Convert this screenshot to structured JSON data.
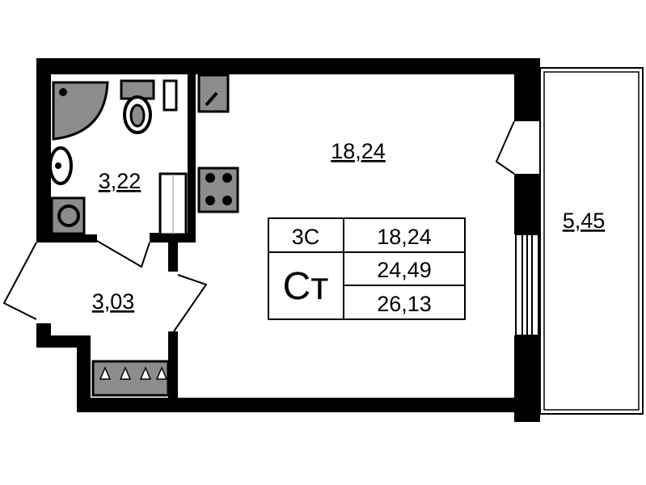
{
  "rooms": {
    "main_room_area": "18,24",
    "bathroom_area": "3,22",
    "hall_area": "3,03",
    "balcony_area": "5,45"
  },
  "summary_table": {
    "rooms_code": "3С",
    "type_code": "Ст",
    "living_area": "18,24",
    "total_area": "24,49",
    "total_with_balcony": "26,13"
  },
  "colors": {
    "wall": "#000000",
    "fixture": "#8c8c8c",
    "background": "#ffffff"
  }
}
